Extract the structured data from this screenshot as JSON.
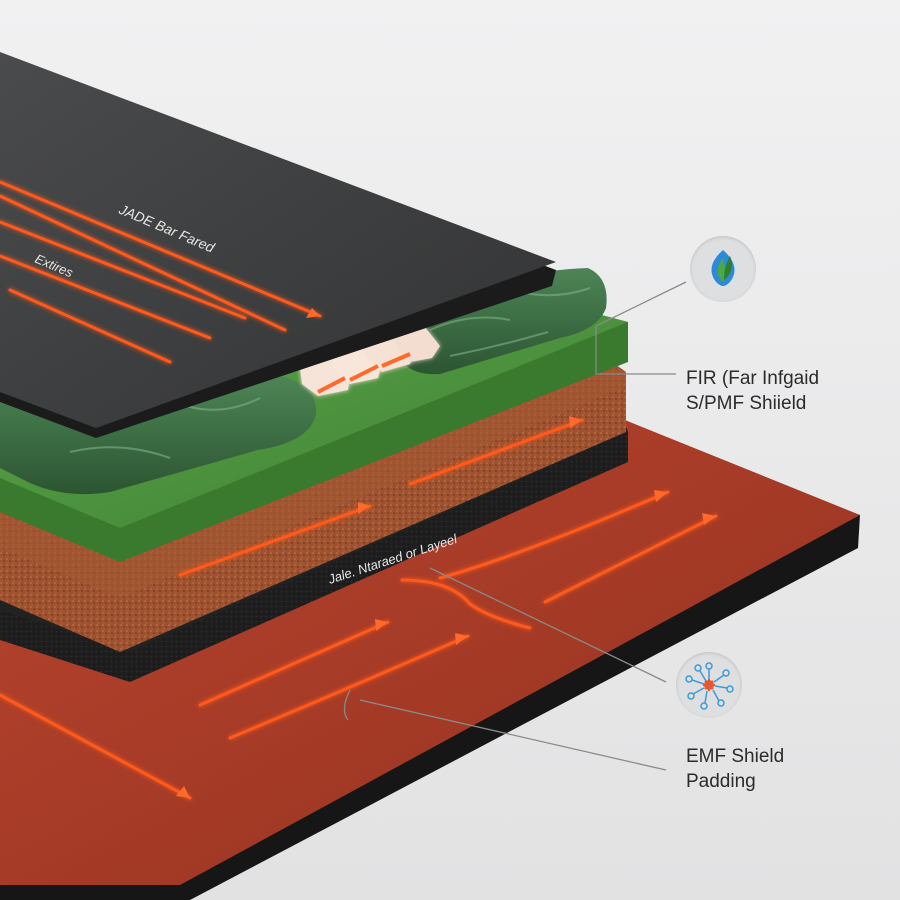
{
  "diagram": {
    "top_layer_label": "JADE Bar Fared",
    "top_layer_sublabel": "Extires",
    "mid_label": "Jale. Ntaraed or Layeel",
    "callout_fir_line1": "FIR (Far Infgaid",
    "callout_fir_line2": "S/PMF Shiield",
    "callout_emf_line1": "EMF Shield",
    "callout_emf_line2": "Padding",
    "icons": [
      "leaf-water-drop-icon",
      "ion-burst-icon"
    ],
    "colors": {
      "top_sheet": "#3e3f40",
      "jade_stone": "#3f6e45",
      "green_layer": "#4f9440",
      "tourmaline": "#a0552f",
      "black_foam": "#202020",
      "base_sheet": "#a73a2b",
      "heat_arrow": "#ff5a1f",
      "background": "#e9e9ea"
    }
  }
}
